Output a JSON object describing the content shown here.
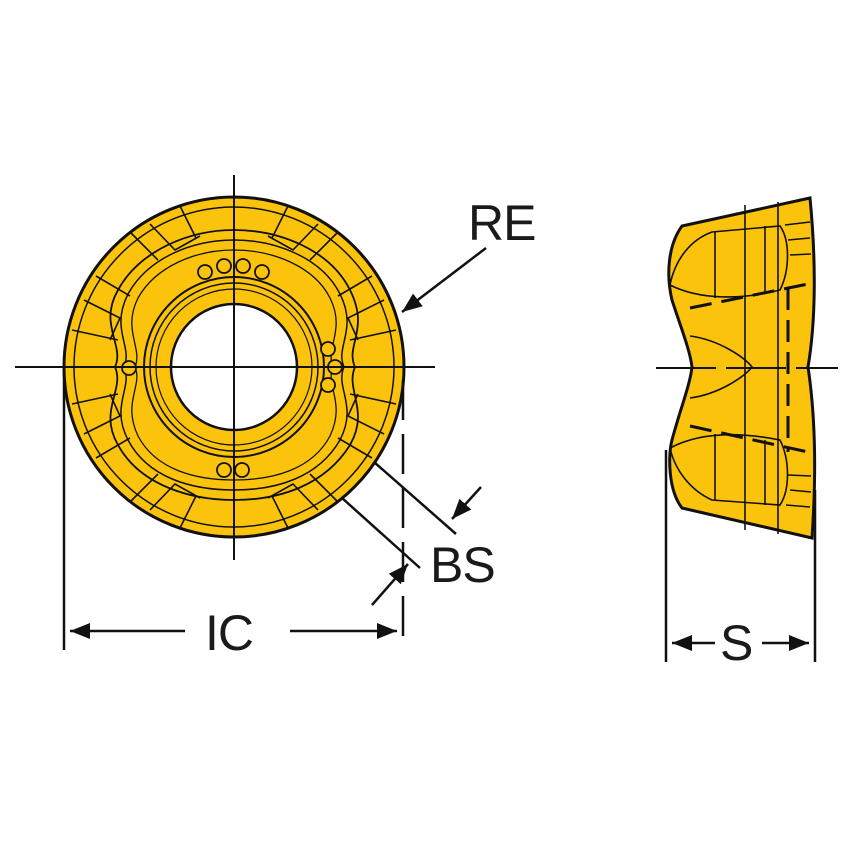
{
  "diagram": {
    "type": "technical-drawing",
    "subject": "round milling insert",
    "colors": {
      "insert_fill": "#FCC30D",
      "outline": "#111111",
      "background": "#FFFFFF"
    },
    "views": [
      {
        "name": "top-view",
        "description": "round insert with center hole, top view"
      },
      {
        "name": "side-view",
        "description": "insert side profile"
      }
    ],
    "dimensions": {
      "re": {
        "label": "RE"
      },
      "bs": {
        "label": "BS"
      },
      "ic": {
        "label": "IC"
      },
      "s": {
        "label": "S"
      }
    }
  }
}
